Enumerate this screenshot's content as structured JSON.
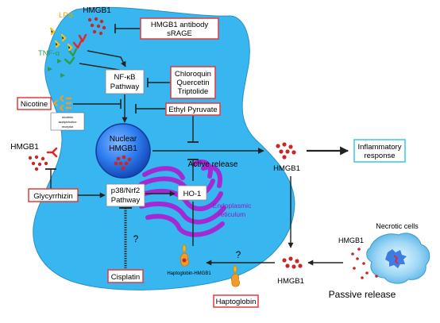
{
  "labels": {
    "hmgb1_top": "HMGB1",
    "lps": "LPS",
    "tnf": "TNF-α",
    "nicotine": "Nicotine",
    "nachr": [
      "nicotinic",
      "acetylcholine",
      "receptor"
    ],
    "hmgb1_left": "HMGB1",
    "glycyrrhizin": "Glycyrrhizin",
    "antibody": [
      "HMGB1 antibody",
      "sRAGE"
    ],
    "nfkb": [
      "NF-κB",
      "Pathway"
    ],
    "nfkb_inhibitors": [
      "Chloroquin",
      "Quercetin",
      "Triptolide"
    ],
    "ethyl_pyruvate": "Ethyl Pyruvate",
    "nuclear_hmgb1": [
      "Nuclear",
      "HMGB1"
    ],
    "p38": [
      "p38/Nrf2",
      "Pathway"
    ],
    "ho1": "HO-1",
    "er": [
      "Endoplasmic",
      "reticulum"
    ],
    "cisplatin": "Cisplatin",
    "question": "?",
    "active_release": "Active release",
    "hmgb1_right": "HMGB1",
    "inflammatory": [
      "Inflammatory",
      "response"
    ],
    "hmgb1_bottom": "HMGB1",
    "necrotic_hmgb1": "HMGB1",
    "necrotic_cells": "Necrotic cells",
    "passive_release": "Passive release",
    "haptoglobin_complex": "Haptoglobin-HMGB1",
    "haptoglobin": "Haptoglobin"
  },
  "colors": {
    "cell": "#38b6f0",
    "nucleus": "#1b63d6",
    "er": "#a22ad3",
    "inhibitor_box": "#e23a3a",
    "outcome_box": "#38c8e8",
    "hmgb1_dots": "#c62828",
    "lps": "#f0c21a",
    "tnf": "#2e9b4f",
    "nicotine": "#f49a2a"
  }
}
